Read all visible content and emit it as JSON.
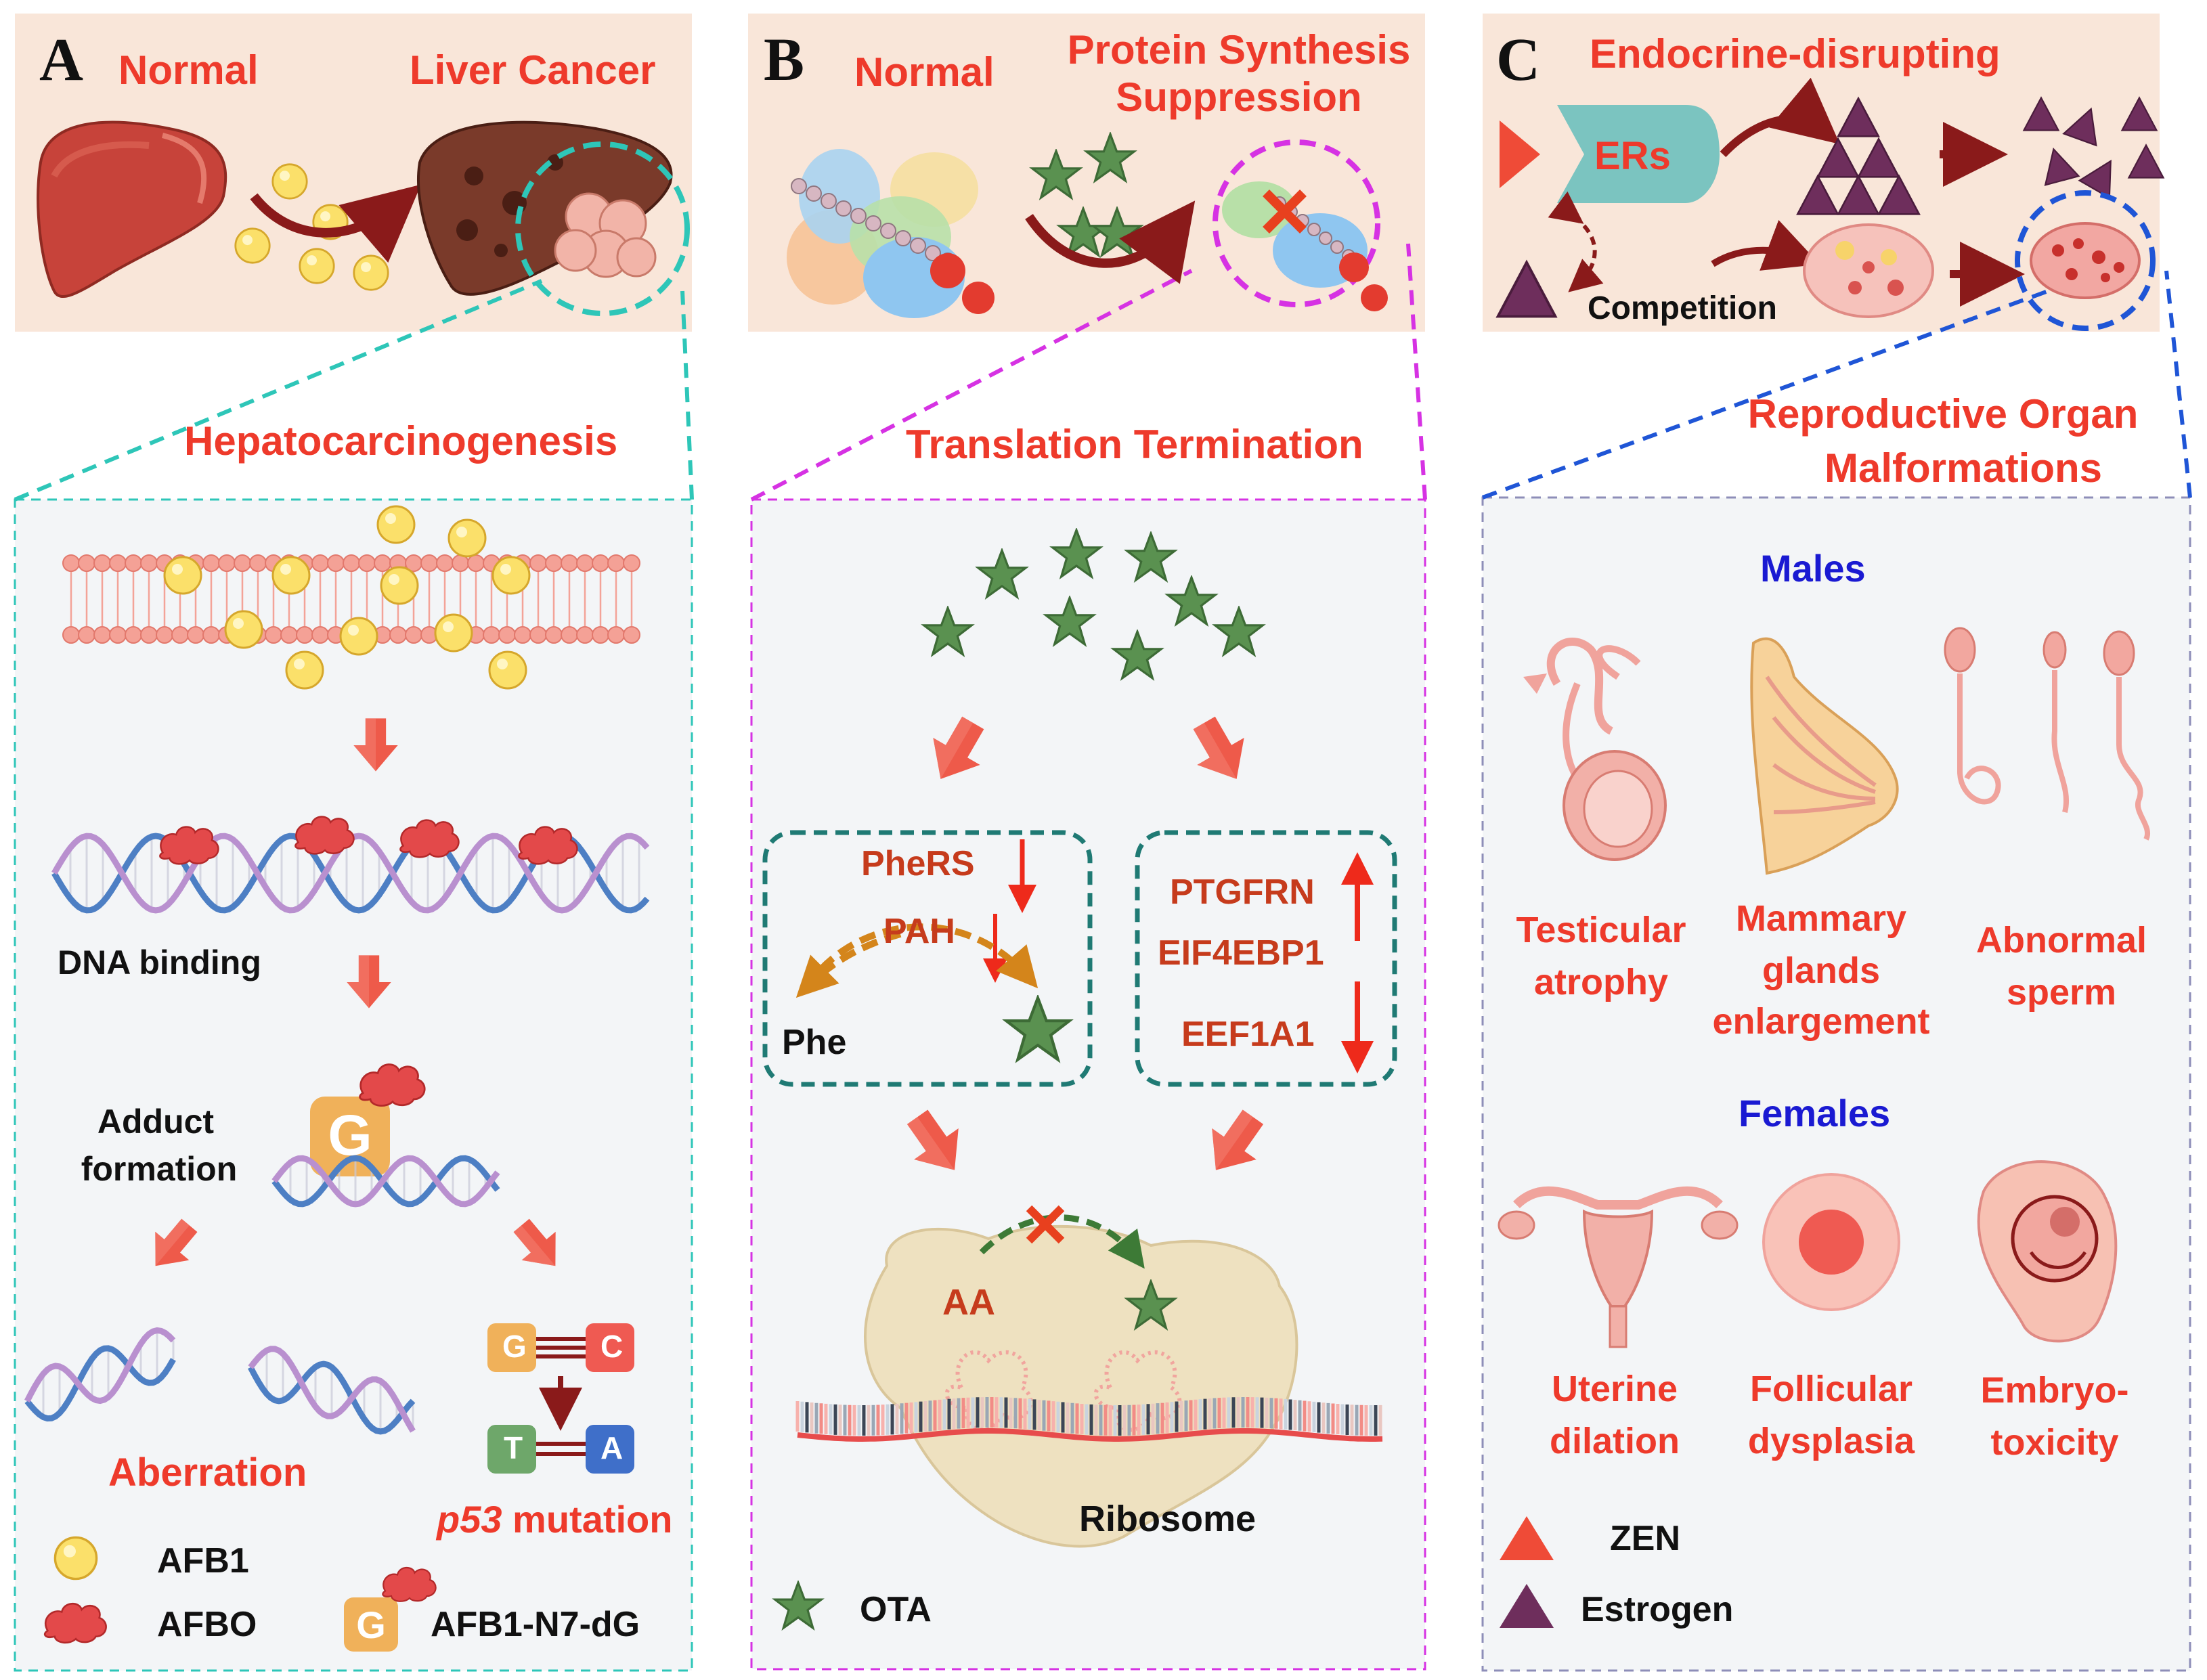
{
  "panelA": {
    "letter": "A",
    "normal": "Normal",
    "cancer": "Liver Cancer",
    "section_title": "Hepatocarcinogenesis",
    "dna_binding": "DNA binding",
    "adduct_line1": "Adduct",
    "adduct_line2": "formation",
    "aberration": "Aberration",
    "p53": "p53",
    "mutation": " mutation",
    "base_g": "G",
    "base_c": "C",
    "base_t": "T",
    "base_a": "A",
    "legend": {
      "afb1": "AFB1",
      "afbo": "AFBO",
      "adduct": "AFB1-N7-dG"
    }
  },
  "panelB": {
    "letter": "B",
    "normal": "Normal",
    "suppression_line1": "Protein Synthesis",
    "suppression_line2": "Suppression",
    "section_title": "Translation Termination",
    "phers": "PheRS",
    "pah": "PAH",
    "phe": "Phe",
    "ptgfrn": "PTGFRN",
    "eif4ebp1": "EIF4EBP1",
    "eef1a1": "EEF1A1",
    "aa": "AA",
    "ribosome": "Ribosome",
    "legend": {
      "ota": "OTA"
    }
  },
  "panelC": {
    "letter": "C",
    "title": "Endocrine-disrupting",
    "ers": "ERs",
    "competition": "Competition",
    "section_line1": "Reproductive Organ",
    "section_line2": "Malformations",
    "males": "Males",
    "females": "Females",
    "testicular_1": "Testicular",
    "testicular_2": "atrophy",
    "mammary_1": "Mammary",
    "mammary_2": "glands",
    "mammary_3": "enlargement",
    "sperm_1": "Abnormal",
    "sperm_2": "sperm",
    "uterine_1": "Uterine",
    "uterine_2": "dilation",
    "follicular_1": "Follicular",
    "follicular_2": "dysplasia",
    "embryo_1": "Embryo-",
    "embryo_2": "toxicity",
    "legend": {
      "zen": "ZEN",
      "estrogen": "Estrogen"
    }
  },
  "colors": {
    "panel_bg": "#f9e6d9",
    "lower_bg": "#f3f5f7",
    "teal": "#2ec6b8",
    "magenta": "#d632e3",
    "blue_dash": "#1f55d6",
    "label_red": "#ee3a2b",
    "dark_arrow": "#8a1a1a",
    "star_green": "#5a9150",
    "afb1_yellow": "#fbe06a",
    "afbo_red": "#e3494a",
    "estrogen_purple": "#6e2e5c",
    "zen_red": "#ef4b37"
  }
}
